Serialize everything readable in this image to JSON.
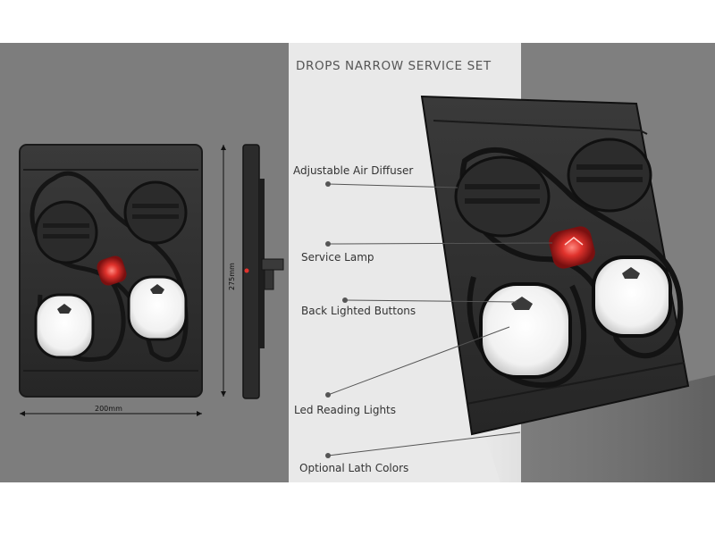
{
  "title": "DROPS NARROW SERVICE SET",
  "dimensions": {
    "width": "200mm",
    "height": "275mm"
  },
  "callouts": [
    {
      "label": "Adjustable Air Diffuser"
    },
    {
      "label": "Service Lamp"
    },
    {
      "label": "Back Lighted Buttons"
    },
    {
      "label": "Led Reading Lights"
    },
    {
      "label": "Optional Lath Colors"
    }
  ],
  "colors": {
    "panel": "#2e2e2e",
    "panel_edge": "#1d1d1d",
    "lamp_red": "#e0322c",
    "reading_light": "#f4f4f4",
    "background_left": "#7d7d7d",
    "background_mid": "#e9e9e9",
    "background_right": "#7f7f7f"
  }
}
